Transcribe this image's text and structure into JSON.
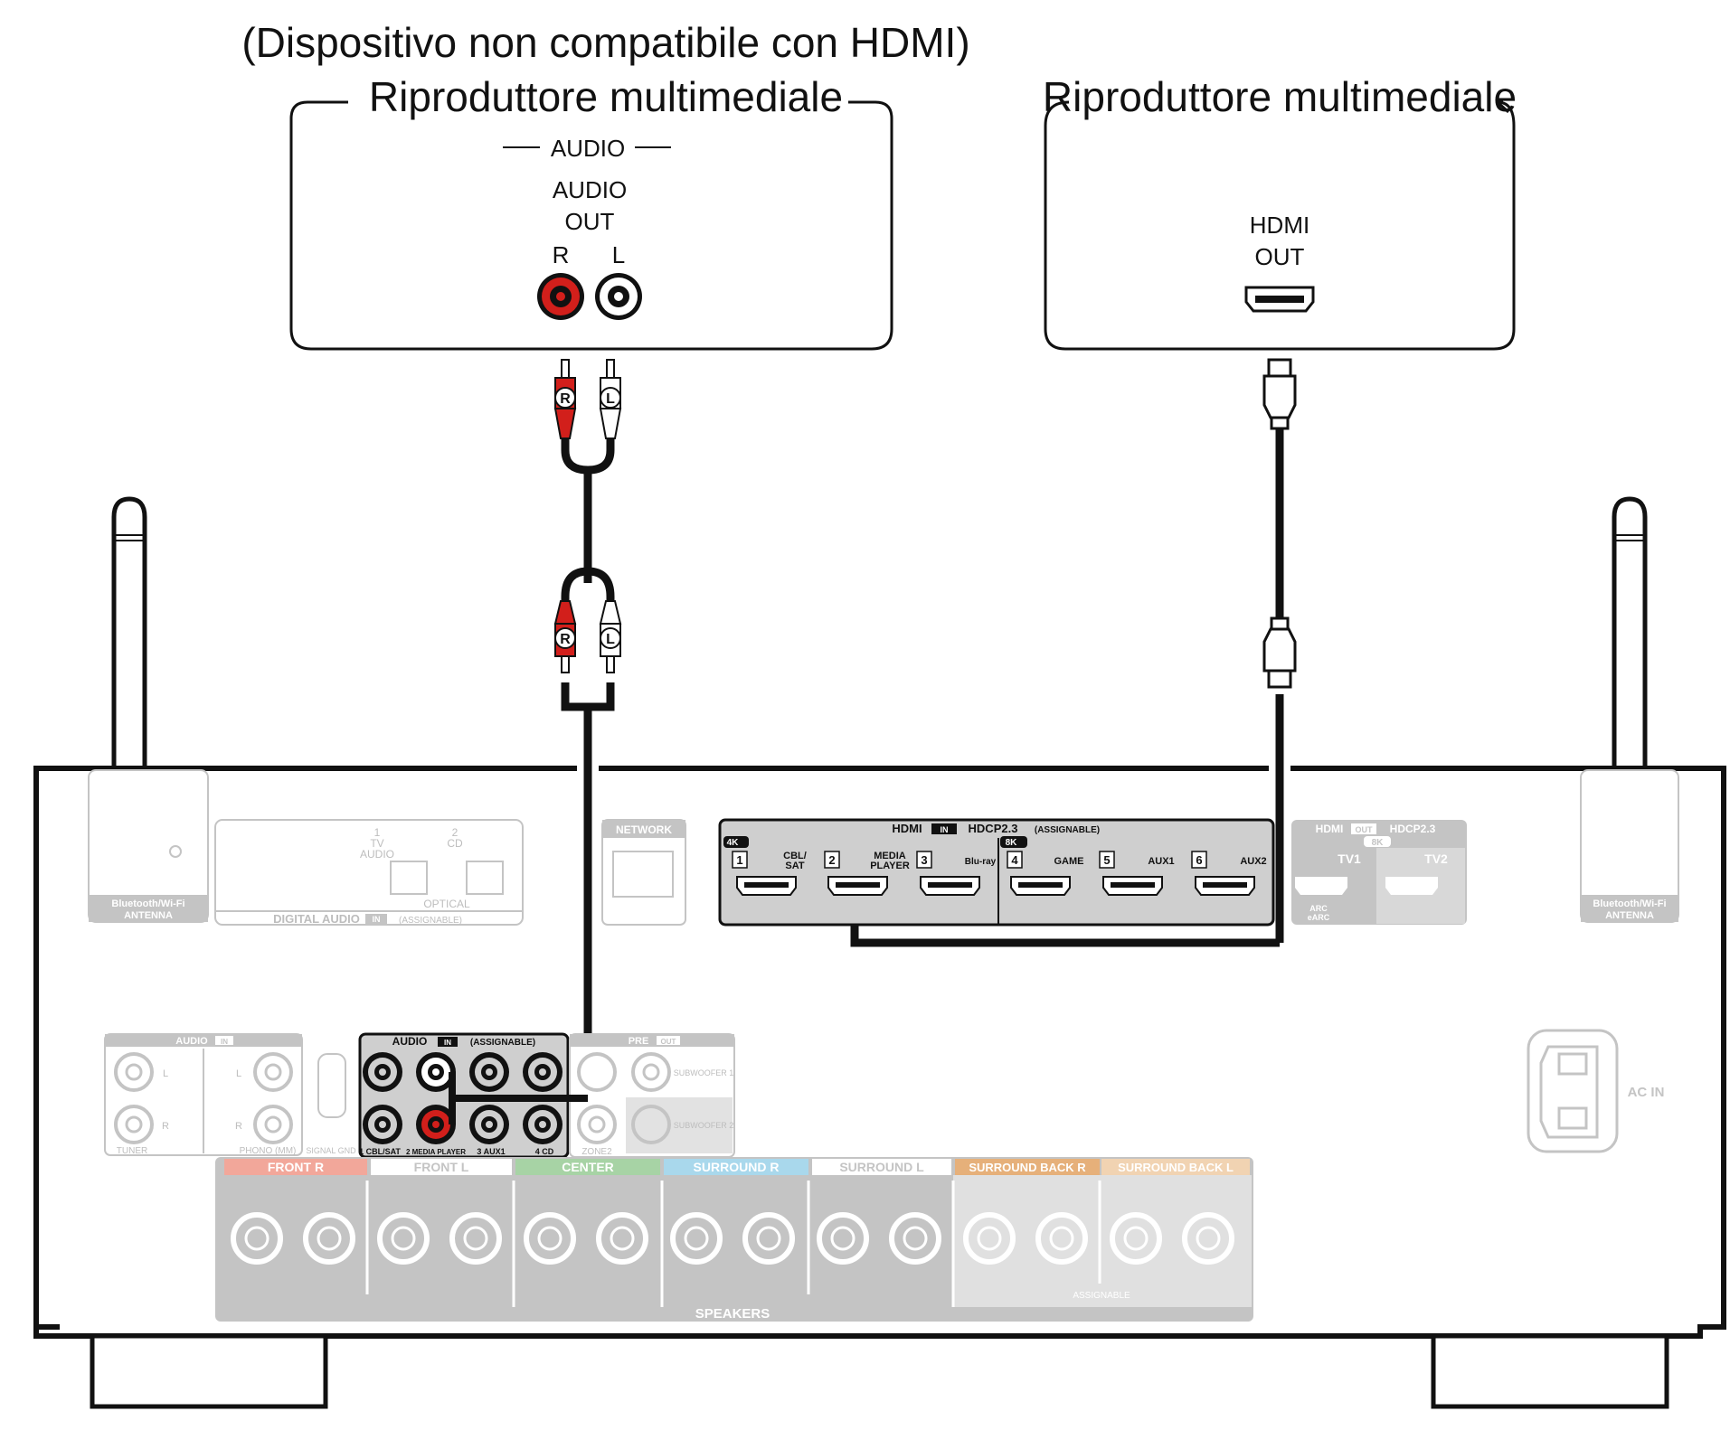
{
  "devices": {
    "analog_player": {
      "note": "(Dispositivo non compatibile con HDMI)",
      "title": "Riproduttore multimediale",
      "section": "AUDIO",
      "out_label_1": "AUDIO",
      "out_label_2": "OUT",
      "jack_r": "R",
      "jack_l": "L"
    },
    "hdmi_player": {
      "title": "Riproduttore multimediale",
      "out_label_1": "HDMI",
      "out_label_2": "OUT"
    }
  },
  "cable": {
    "plug_r": "R",
    "plug_l": "L"
  },
  "receiver": {
    "antenna_label_1": "Bluetooth/Wi-Fi",
    "antenna_label_2": "ANTENNA",
    "digital_audio": {
      "label": "DIGITAL AUDIO",
      "in_badge": "IN",
      "assignable": "(ASSIGNABLE)",
      "optical": "OPTICAL",
      "port1_num": "1",
      "port1_name_1": "TV",
      "port1_name_2": "AUDIO",
      "port2_num": "2",
      "port2_name": "CD"
    },
    "network": "NETWORK",
    "hdmi_in": {
      "label": "HDMI",
      "in_badge": "IN",
      "hdcp": "HDCP2.3",
      "assignable": "(ASSIGNABLE)",
      "res_4k": "4K",
      "res_8k": "8K",
      "ports": [
        {
          "num": "1",
          "name_1": "CBL/",
          "name_2": "SAT"
        },
        {
          "num": "2",
          "name_1": "MEDIA",
          "name_2": "PLAYER"
        },
        {
          "num": "3",
          "name_1": "Blu-ray",
          "name_2": ""
        },
        {
          "num": "4",
          "name_1": "GAME",
          "name_2": ""
        },
        {
          "num": "5",
          "name_1": "AUX1",
          "name_2": ""
        },
        {
          "num": "6",
          "name_1": "AUX2",
          "name_2": ""
        }
      ]
    },
    "hdmi_out": {
      "label": "HDMI",
      "out_badge": "OUT",
      "hdcp": "HDCP2.3",
      "res_8k": "8K",
      "tv1": "TV1",
      "tv2": "TV2",
      "arc_1": "ARC",
      "arc_2": "eARC"
    },
    "audio_in": {
      "label": "AUDIO",
      "in_badge": "IN",
      "assignable": "(ASSIGNABLE)",
      "jacks": [
        "1 CBL/SAT",
        "2 MEDIA PLAYER",
        "3 AUX1",
        "4 CD"
      ],
      "zone2": "ZONE2"
    },
    "ghost_audio_in": {
      "label": "AUDIO",
      "in_badge": "IN",
      "tuner": "TUNER",
      "phono": "PHONO (MM)",
      "signal_gnd": "SIGNAL GND",
      "l": "L",
      "r": "R"
    },
    "pre_out": {
      "label": "PRE",
      "out_badge": "OUT",
      "sub1": "SUBWOOFER 1",
      "sub2": "SUBWOOFER 2"
    },
    "ac_in": "AC IN",
    "speakers": {
      "label": "SPEAKERS",
      "assignable": "ASSIGNABLE",
      "channels": [
        {
          "name": "FRONT",
          "side": "R",
          "color": "#f2a79a"
        },
        {
          "name": "FRONT",
          "side": "L",
          "color": "#ffffff"
        },
        {
          "name": "CENTER",
          "side": "",
          "color": "#a7d3a5"
        },
        {
          "name": "SURROUND",
          "side": "R",
          "color": "#a9d8ec"
        },
        {
          "name": "SURROUND",
          "side": "L",
          "color": "#ffffff"
        },
        {
          "name": "SURROUND BACK",
          "side": "R",
          "color": "#e6b07a"
        },
        {
          "name": "SURROUND BACK",
          "side": "L",
          "color": "#f1d3b2"
        }
      ]
    }
  },
  "colors": {
    "red_jack": "#d21f1b",
    "ghost": "#c4c4c4",
    "panel": "#cfcfcf",
    "line": "#111111"
  }
}
